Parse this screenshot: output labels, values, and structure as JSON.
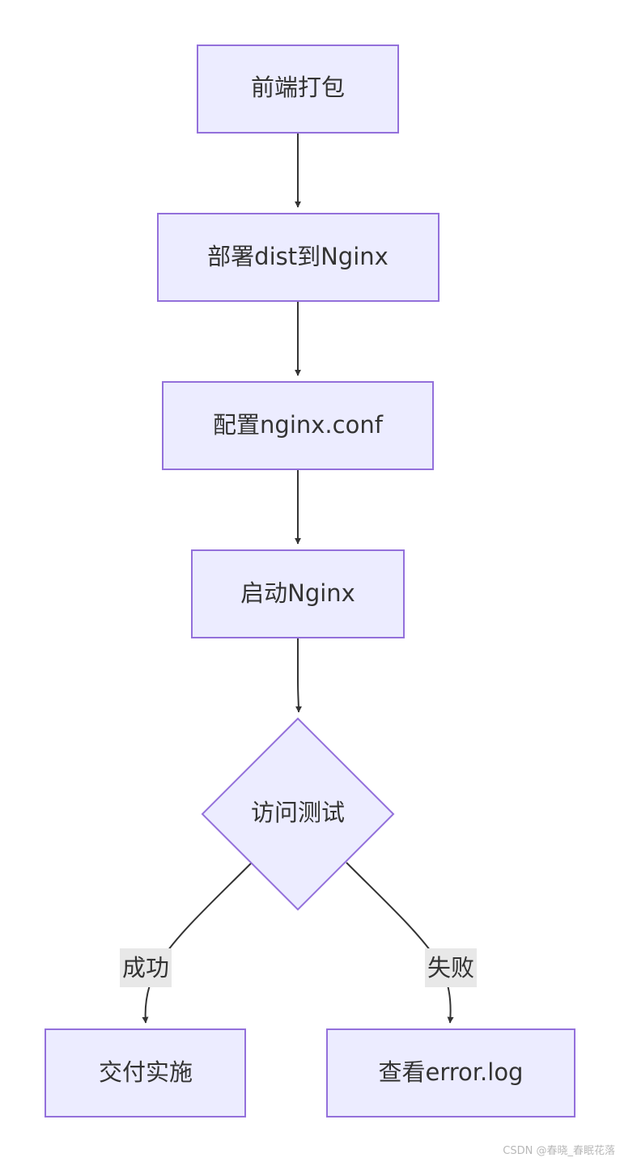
{
  "diagram": {
    "nodes": {
      "build": {
        "label": "前端打包"
      },
      "deploy": {
        "label": "部署dist到Nginx"
      },
      "config": {
        "label": "配置nginx.conf"
      },
      "start": {
        "label": "启动Nginx"
      },
      "test": {
        "label": "访问测试"
      },
      "deliver": {
        "label": "交付实施"
      },
      "log": {
        "label": "查看error.log"
      }
    },
    "edges": {
      "success": {
        "label": "成功"
      },
      "failure": {
        "label": "失败"
      }
    }
  },
  "watermark": "CSDN @春晓_春眠花落",
  "colors": {
    "node_fill": "#ECECFF",
    "node_stroke": "#9370DB",
    "edge": "#333333",
    "edge_label_bg": "#E8E8E8",
    "text": "#333333"
  }
}
